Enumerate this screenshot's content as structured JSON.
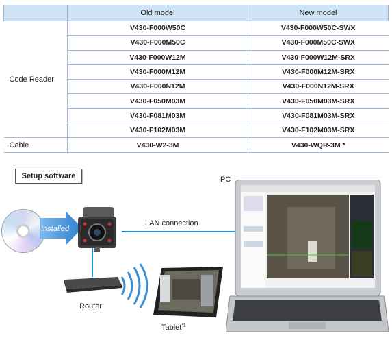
{
  "table": {
    "header_blank": "",
    "header_old": "Old model",
    "header_new": "New model",
    "rows": [
      {
        "category": "Code Reader",
        "old": "V430-F000W50C",
        "new": "V430-F000W50C-SWX"
      },
      {
        "category": "",
        "old": "V430-F000M50C",
        "new": "V430-F000M50C-SWX"
      },
      {
        "category": "",
        "old": "V430-F000W12M",
        "new": "V430-F000W12M-SRX"
      },
      {
        "category": "",
        "old": "V430-F000M12M",
        "new": "V430-F000M12M-SRX"
      },
      {
        "category": "",
        "old": "V430-F000N12M",
        "new": "V430-F000N12M-SRX"
      },
      {
        "category": "",
        "old": "V430-F050M03M",
        "new": "V430-F050M03M-SRX"
      },
      {
        "category": "",
        "old": "V430-F081M03M",
        "new": "V430-F081M03M-SRX"
      },
      {
        "category": "",
        "old": "V430-F102M03M",
        "new": "V430-F102M03M-SRX"
      },
      {
        "category": "Cable",
        "old": "V430-W2-3M",
        "new": "V430-WQR-3M *"
      }
    ]
  },
  "diagram": {
    "setup_label": "Setup software",
    "installed_label": "Installed",
    "lan_label": "LAN connection",
    "pc_label": "PC",
    "router_label": "Router",
    "tablet_label": "Tablet",
    "tablet_note": "*1",
    "wire_color": "#1d8fd1",
    "arrow_color": "#3a8fd8"
  }
}
